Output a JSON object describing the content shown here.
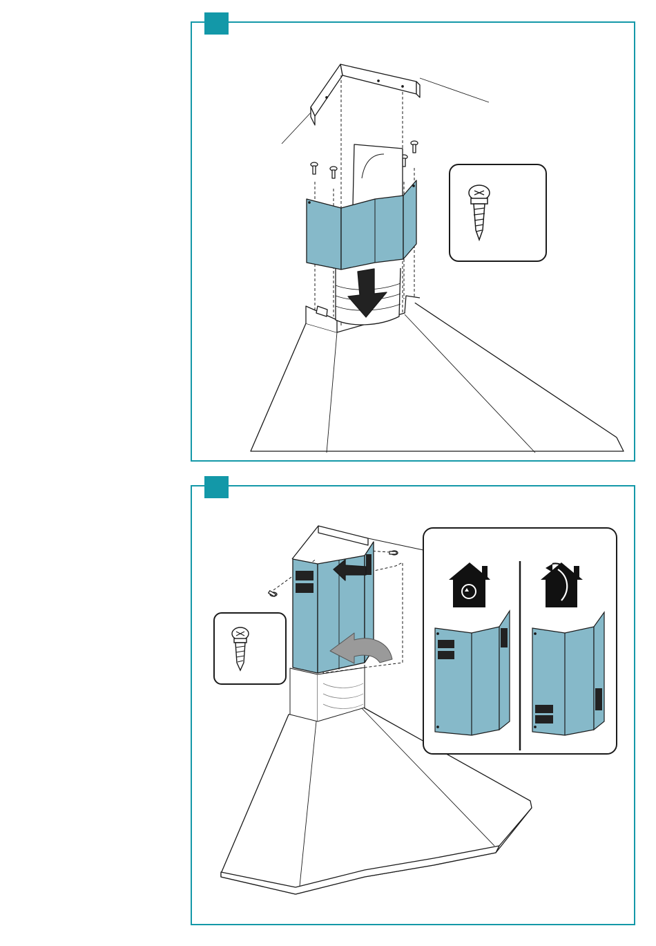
{
  "colors": {
    "accent": "#1398a8",
    "panel_fill": "#86b9c9",
    "line": "#1a1a1a",
    "arrow_grey": "#9a9a9a"
  },
  "steps": [
    {
      "id": 1,
      "badge": "",
      "icons": [
        "ceiling-bracket",
        "chimney-cover-panel",
        "down-arrow-icon",
        "screw-icon",
        "hood-body"
      ]
    },
    {
      "id": 2,
      "badge": "",
      "icons": [
        "upper-chimney-cover",
        "screw-icon",
        "slide-arrow-icon",
        "swing-arrow-icon",
        "exhaust-mode-icon",
        "recirculation-mode-icon",
        "vented-panel"
      ]
    }
  ]
}
